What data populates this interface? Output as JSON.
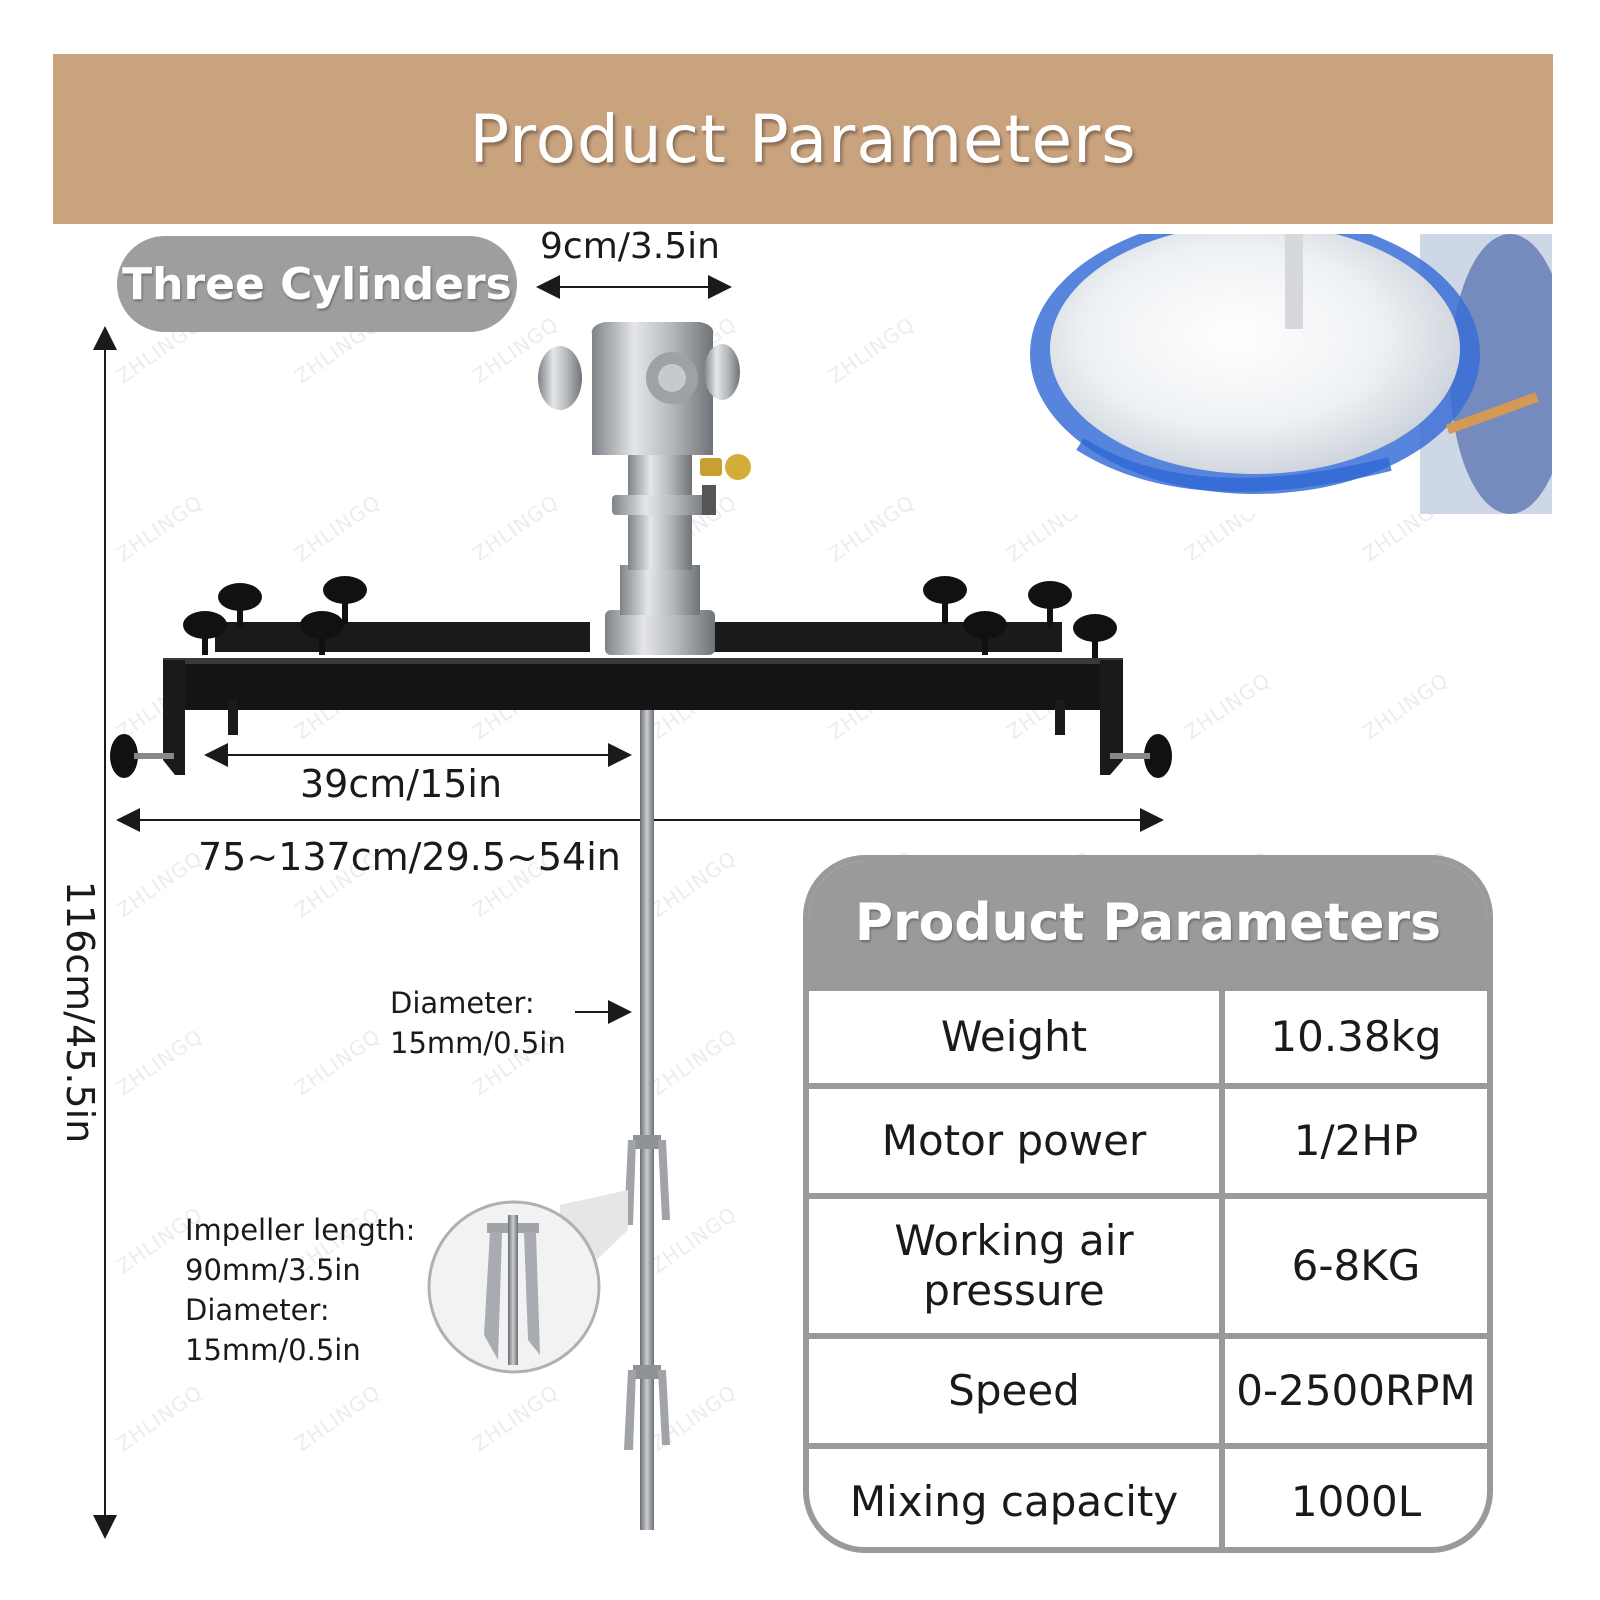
{
  "header": {
    "title": "Product Parameters"
  },
  "badge": {
    "label": "Three Cylinders"
  },
  "watermark": {
    "text": "ZHLINGQ"
  },
  "dimensions": {
    "motor_width": "9cm/3.5in",
    "half_width": "39cm/15in",
    "full_width": "75~137cm/29.5~54in",
    "height": "116cm/45.5in",
    "shaft_diameter_label": "Diameter:",
    "shaft_diameter_value": "15mm/0.5in",
    "impeller_length_label": "Impeller length:",
    "impeller_length_value": "90mm/3.5in",
    "impeller_diameter_label": "Diameter:",
    "impeller_diameter_value": "15mm/0.5in"
  },
  "params": {
    "title": "Product Parameters",
    "rows": [
      {
        "label": "Weight",
        "value": "10.38kg"
      },
      {
        "label": "Motor power",
        "value": "1/2HP"
      },
      {
        "label": "Working air pressure",
        "value": "6-8KG"
      },
      {
        "label": "Speed",
        "value": "0-2500RPM"
      },
      {
        "label": "Mixing capacity",
        "value": "1000L"
      }
    ]
  },
  "colors": {
    "header_band": "#c9a27e",
    "gray_panel": "#9a9a9a",
    "frame_black": "#141414",
    "steel": "#b9bcc0"
  }
}
